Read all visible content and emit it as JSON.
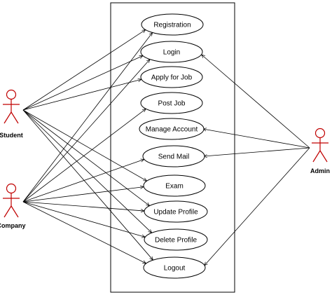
{
  "use_cases": [
    {
      "id": "registration",
      "label": "Registration"
    },
    {
      "id": "login",
      "label": "Login"
    },
    {
      "id": "apply_for_job",
      "label": "Apply for Job"
    },
    {
      "id": "post_job",
      "label": "Post Job"
    },
    {
      "id": "manage_account",
      "label": "Manage Account"
    },
    {
      "id": "send_mail",
      "label": "Send Mail"
    },
    {
      "id": "exam",
      "label": "Exam"
    },
    {
      "id": "update_profile",
      "label": "Update Profile"
    },
    {
      "id": "delete_profile",
      "label": "Delete Profile"
    },
    {
      "id": "logout",
      "label": "Logout"
    }
  ],
  "actors": [
    {
      "id": "student",
      "label": "Student"
    },
    {
      "id": "company",
      "label": "Company"
    },
    {
      "id": "admin",
      "label": "Admin"
    }
  ],
  "associations": [
    {
      "from": "student",
      "to": "registration"
    },
    {
      "from": "student",
      "to": "login"
    },
    {
      "from": "student",
      "to": "apply_for_job"
    },
    {
      "from": "student",
      "to": "exam"
    },
    {
      "from": "student",
      "to": "update_profile"
    },
    {
      "from": "student",
      "to": "delete_profile"
    },
    {
      "from": "student",
      "to": "logout"
    },
    {
      "from": "company",
      "to": "registration"
    },
    {
      "from": "company",
      "to": "login"
    },
    {
      "from": "company",
      "to": "post_job"
    },
    {
      "from": "company",
      "to": "send_mail"
    },
    {
      "from": "company",
      "to": "exam"
    },
    {
      "from": "company",
      "to": "update_profile"
    },
    {
      "from": "company",
      "to": "delete_profile"
    },
    {
      "from": "company",
      "to": "logout"
    },
    {
      "from": "admin",
      "to": "login"
    },
    {
      "from": "admin",
      "to": "manage_account"
    },
    {
      "from": "admin",
      "to": "send_mail"
    },
    {
      "from": "admin",
      "to": "logout"
    }
  ]
}
